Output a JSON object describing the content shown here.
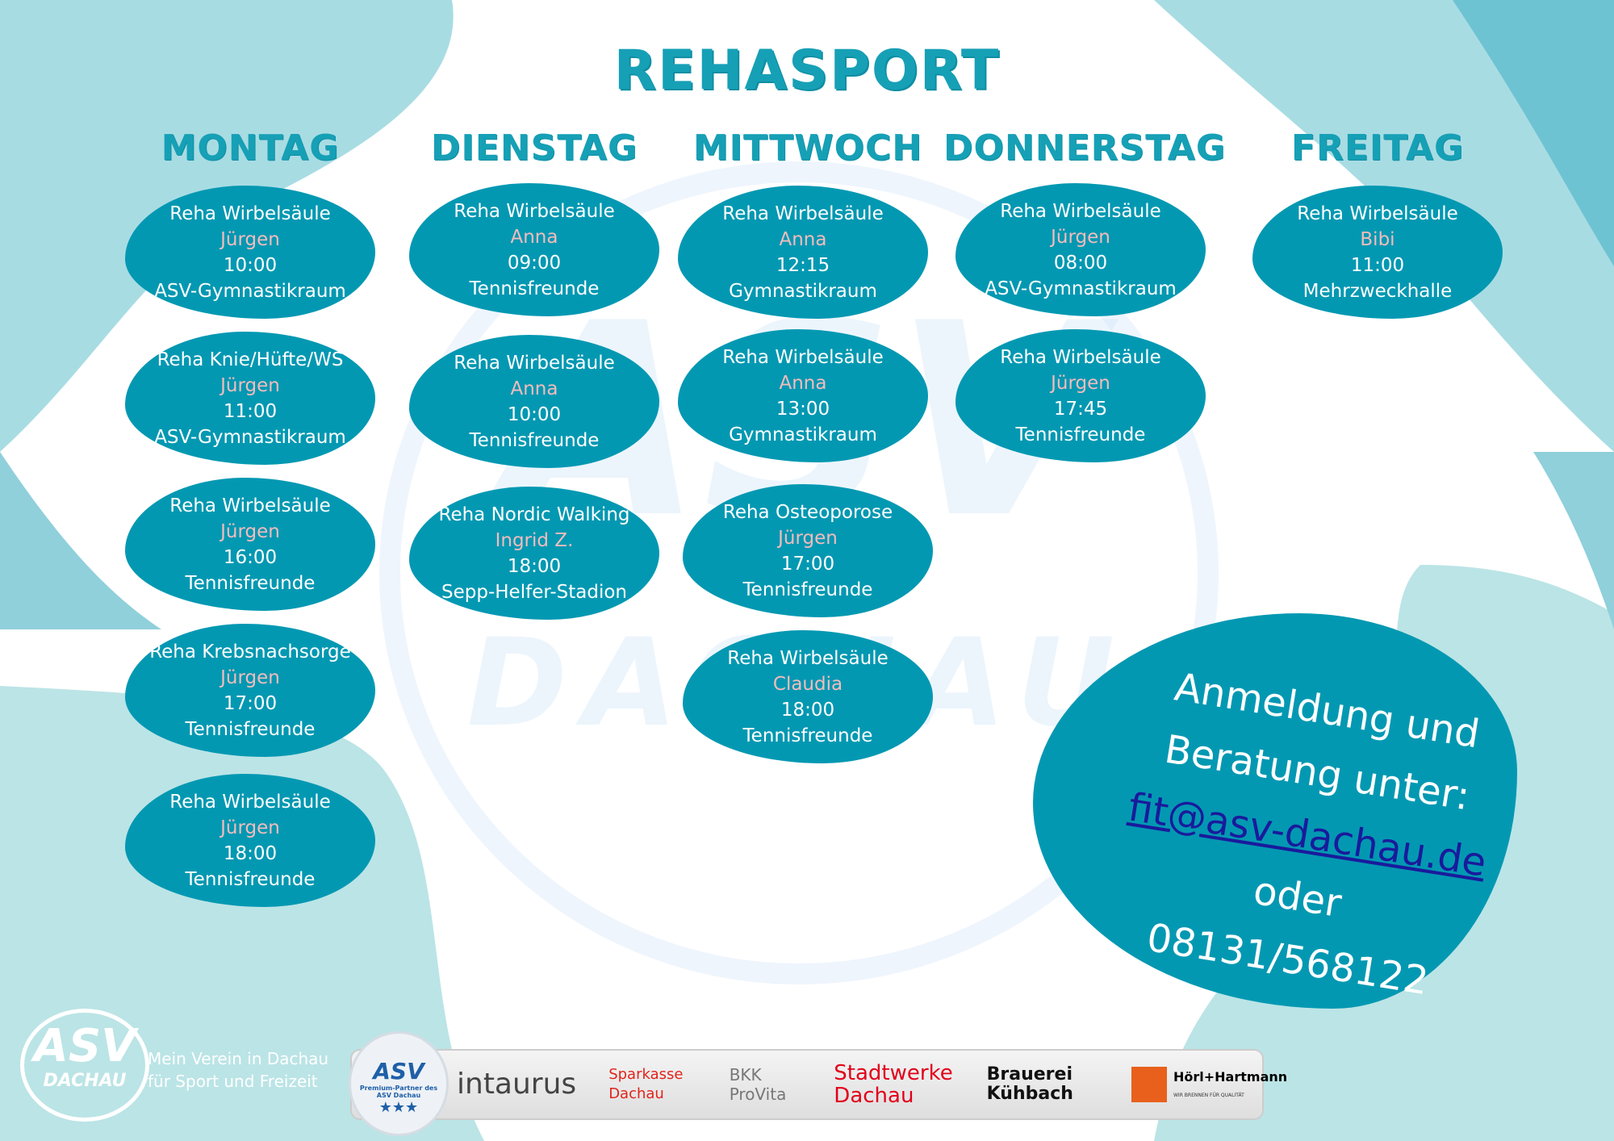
{
  "title": "Rehasport",
  "days": [
    {
      "name": "Montag",
      "classes": [
        {
          "course": "Reha Wirbelsäule",
          "instructor": "Jürgen",
          "time": "10:00",
          "location": "ASV-Gymnastikraum"
        },
        {
          "course": "Reha Knie/Hüfte/WS",
          "instructor": "Jürgen",
          "time": "11:00",
          "location": "ASV-Gymnastikraum"
        },
        {
          "course": "Reha Wirbelsäule",
          "instructor": "Jürgen",
          "time": "16:00",
          "location": "Tennisfreunde"
        },
        {
          "course": "Reha Krebsnachsorge",
          "instructor": "Jürgen",
          "time": "17:00",
          "location": "Tennisfreunde"
        },
        {
          "course": "Reha Wirbelsäule",
          "instructor": "Jürgen",
          "time": "18:00",
          "location": "Tennisfreunde"
        }
      ]
    },
    {
      "name": "Dienstag",
      "classes": [
        {
          "course": "Reha Wirbelsäule",
          "instructor": "Anna",
          "time": "09:00",
          "location": "Tennisfreunde"
        },
        {
          "course": "Reha Wirbelsäule",
          "instructor": "Anna",
          "time": "10:00",
          "location": "Tennisfreunde"
        },
        {
          "course": "Reha Nordic Walking",
          "instructor": "Ingrid Z.",
          "time": "18:00",
          "location": "Sepp-Helfer-Stadion"
        }
      ]
    },
    {
      "name": "Mittwoch",
      "classes": [
        {
          "course": "Reha Wirbelsäule",
          "instructor": "Anna",
          "time": "12:15",
          "location": "Gymnastikraum"
        },
        {
          "course": "Reha Wirbelsäule",
          "instructor": "Anna",
          "time": "13:00",
          "location": "Gymnastikraum"
        },
        {
          "course": "Reha Osteoporose",
          "instructor": "Jürgen",
          "time": "17:00",
          "location": "Tennisfreunde"
        },
        {
          "course": "Reha Wirbelsäule",
          "instructor": "Claudia",
          "time": "18:00",
          "location": "Tennisfreunde"
        }
      ]
    },
    {
      "name": "Donnerstag",
      "classes": [
        {
          "course": "Reha Wirbelsäule",
          "instructor": "Jürgen",
          "time": "08:00",
          "location": "ASV-Gymnastikraum"
        },
        {
          "course": "Reha Wirbelsäule",
          "instructor": "Jürgen",
          "time": "17:45",
          "location": "Tennisfreunde"
        }
      ]
    },
    {
      "name": "Freitag",
      "classes": [
        {
          "course": "Reha Wirbelsäule",
          "instructor": "Bibi",
          "time": "11:00",
          "location": "Mehrzweckhalle"
        }
      ]
    }
  ],
  "contact": {
    "line1": "Anmeldung und",
    "line2": "Beratung unter:",
    "email": "fit@asv-dachau.de",
    "or": "oder",
    "phone": "08131/568122"
  },
  "footer": {
    "logo_main": "ASV",
    "logo_sub": "DACHAU",
    "slogan1": "Mein Verein in Dachau",
    "slogan2": "für Sport und Freizeit",
    "seal_text": "Premium-Partner des ASV Dachau",
    "sponsors": [
      "intaurus",
      "Sparkasse Dachau",
      "BKK ProVita",
      "Stadtwerke Dachau",
      "Brauerei Kühbach",
      "Hörl+Hartmann"
    ],
    "hh_tagline": "WIR BRENNEN FÜR QUALITÄT"
  },
  "watermark": "ASV DACHAU",
  "colors": {
    "blob": "#0398b2",
    "title": "#16a0b6",
    "instructor": "#f3bcbc",
    "bg_shape": "#a8dce3"
  }
}
